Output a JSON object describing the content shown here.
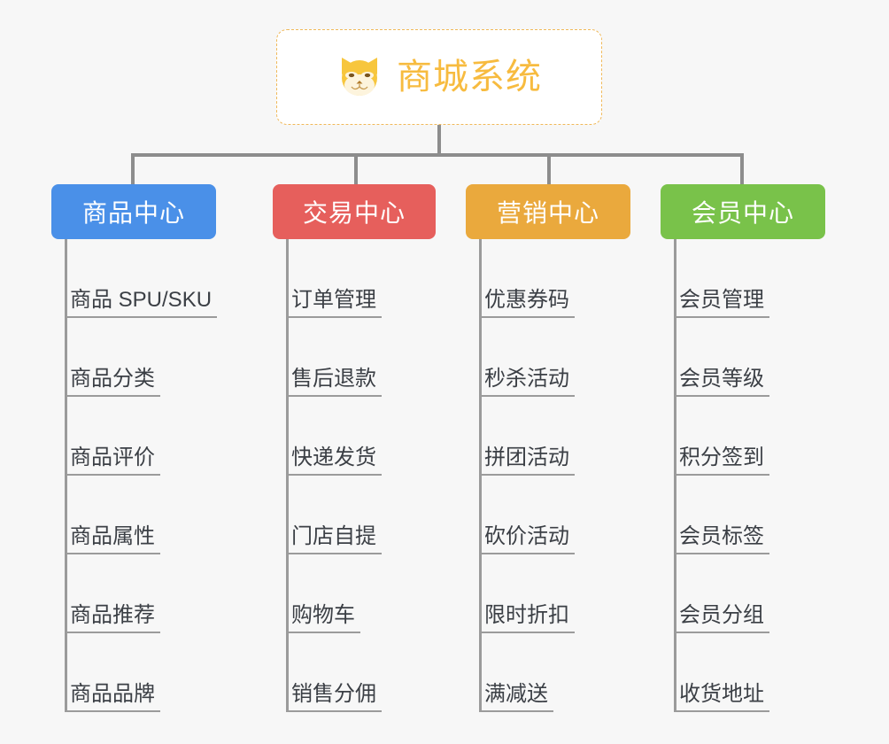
{
  "diagram": {
    "title": "商城系统",
    "root_icon": "shiba-dog-icon",
    "background_color": "#f7f7f7",
    "connector_color": "#8d8d8d",
    "root_border_color": "#f0b95a",
    "root_text_color": "#f7bb3f"
  },
  "columns": [
    {
      "id": "product-center",
      "label": "商品中心",
      "color": "#4a90e8",
      "items": [
        {
          "label": "商品 SPU/SKU"
        },
        {
          "label": "商品分类"
        },
        {
          "label": "商品评价"
        },
        {
          "label": "商品属性"
        },
        {
          "label": "商品推荐"
        },
        {
          "label": "商品品牌"
        }
      ]
    },
    {
      "id": "trade-center",
      "label": "交易中心",
      "color": "#e65f5c",
      "items": [
        {
          "label": "订单管理"
        },
        {
          "label": "售后退款"
        },
        {
          "label": "快递发货"
        },
        {
          "label": "门店自提"
        },
        {
          "label": "购物车"
        },
        {
          "label": "销售分佣"
        }
      ]
    },
    {
      "id": "marketing-center",
      "label": "营销中心",
      "color": "#eaa93d",
      "items": [
        {
          "label": "优惠券码"
        },
        {
          "label": "秒杀活动"
        },
        {
          "label": "拼团活动"
        },
        {
          "label": "砍价活动"
        },
        {
          "label": "限时折扣"
        },
        {
          "label": "满减送"
        }
      ]
    },
    {
      "id": "member-center",
      "label": "会员中心",
      "color": "#79c24a",
      "items": [
        {
          "label": "会员管理"
        },
        {
          "label": "会员等级"
        },
        {
          "label": "积分签到"
        },
        {
          "label": "会员标签"
        },
        {
          "label": "会员分组"
        },
        {
          "label": "收货地址"
        }
      ]
    }
  ]
}
